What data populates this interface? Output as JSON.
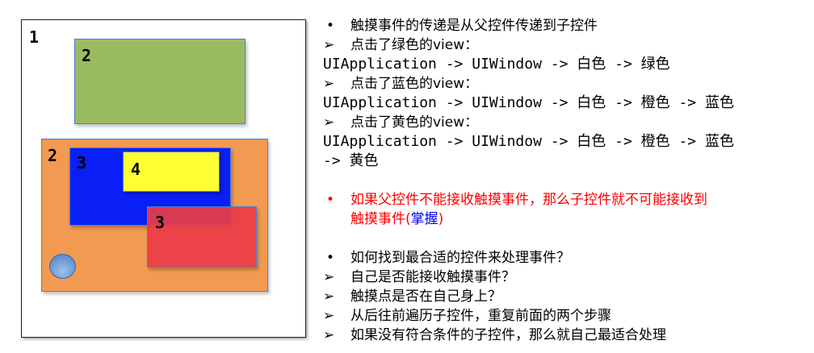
{
  "diagram": {
    "labels": {
      "root": "1",
      "green": "2",
      "orange": "2",
      "blue": "3",
      "yellow": "4",
      "red": "3"
    },
    "colors": {
      "green": "#9bbb63",
      "orange": "#f39a52",
      "blue": "#0a1ff5",
      "yellow": "#ffff33",
      "red": "#ea484a"
    }
  },
  "text": {
    "l1": {
      "bullet": "•",
      "text": "触摸事件的传递是从父控件传递到子控件"
    },
    "l2": {
      "bullet": "➢",
      "text": "点击了绿色的view："
    },
    "l3": "UIApplication -> UIWindow -> 白色 -> 绿色",
    "l4": {
      "bullet": "➢",
      "text": "点击了蓝色的view："
    },
    "l5": "UIApplication -> UIWindow -> 白色 -> 橙色 -> 蓝色",
    "l6": {
      "bullet": "➢",
      "text": "点击了黄色的view："
    },
    "l7": "UIApplication -> UIWindow -> 白色 -> 橙色 -> 蓝色",
    "l8": "-> 黄色",
    "l9": {
      "bullet": "•",
      "text": "如果父控件不能接收触摸事件，那么子控件就不可能接收到"
    },
    "l10": {
      "pre": "触摸事件(",
      "em": "掌握",
      "post": ")"
    },
    "l11": {
      "bullet": "•",
      "text": "如何找到最合适的控件来处理事件？"
    },
    "l12": {
      "bullet": "➢",
      "text": "自己是否能接收触摸事件？"
    },
    "l13": {
      "bullet": "➢",
      "text": "触摸点是否在自己身上？"
    },
    "l14": {
      "bullet": "➢",
      "text": "从后往前遍历子控件，重复前面的两个步骤"
    },
    "l15": {
      "bullet": "➢",
      "text": "如果没有符合条件的子控件，那么就自己最适合处理"
    }
  }
}
